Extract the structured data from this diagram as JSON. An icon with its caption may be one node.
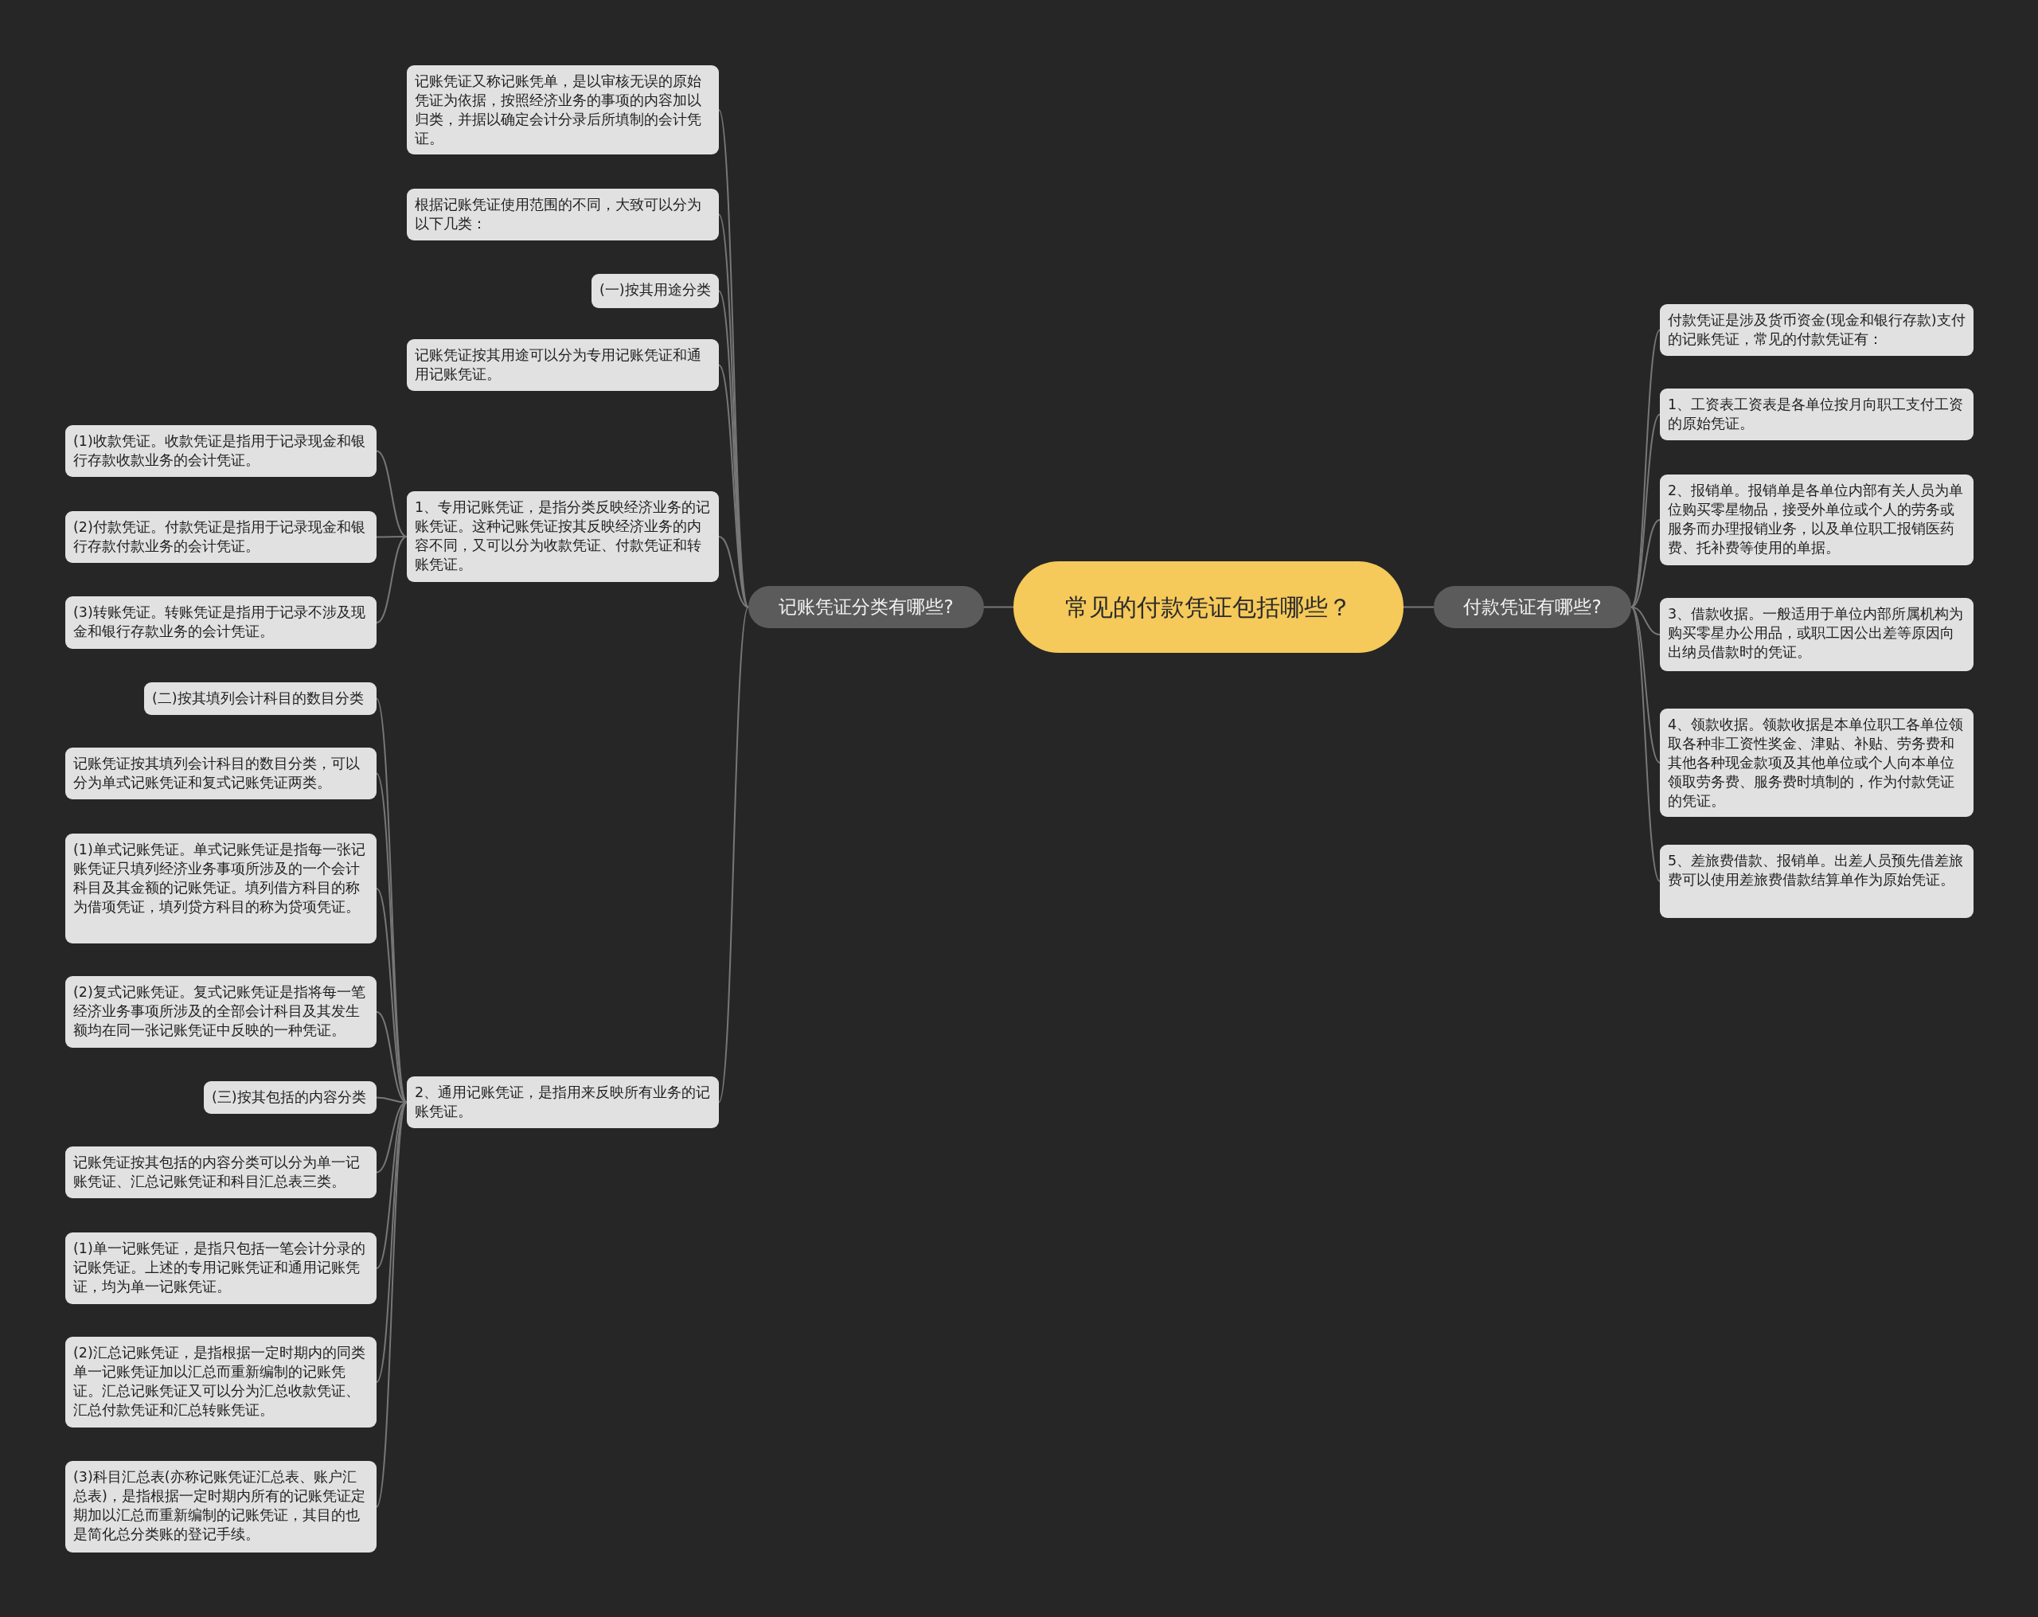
{
  "diagram": {
    "nodes": [
      {
        "text": [
          "常见的付款凭证包括哪些？"
        ]
      },
      {
        "text": [
          "记账凭证分类有哪些?"
        ]
      },
      {
        "text": [
          "付款凭证有哪些?"
        ]
      },
      {
        "text": [
          "记账凭证又称记账凭单，是以审核无误的原始凭证为依据，按照经济业务的事项的内容加以归类，并据以确定会计分录后所填制的会计凭证。"
        ]
      },
      {
        "text": [
          "根据记账凭证使用范围的不同，大致可以分为以下几类："
        ]
      },
      {
        "text": [
          "(一)按其用途分类"
        ]
      },
      {
        "text": [
          "记账凭证按其用途可以分为专用记账凭证和通用记账凭证。"
        ]
      },
      {
        "text": [
          "1、专用记账凭证，是指分类反映经济业务的记账凭证。这种记账凭证按其反映经济业务的内容不同，又可以分为收款凭证、付款凭证和转账凭证。"
        ]
      },
      {
        "text": [
          "2、通用记账凭证，是指用来反映所有业务的记账凭证。"
        ]
      },
      {
        "text": [
          "(1)收款凭证。收款凭证是指用于记录现金和银行存款收款业务的会计凭证。"
        ]
      },
      {
        "text": [
          "(2)付款凭证。付款凭证是指用于记录现金和银行存款付款业务的会计凭证。"
        ]
      },
      {
        "text": [
          "(3)转账凭证。转账凭证是指用于记录不涉及现金和银行存款业务的会计凭证。"
        ]
      },
      {
        "text": [
          "(二)按其填列会计科目的数目分类"
        ]
      },
      {
        "text": [
          "记账凭证按其填列会计科目的数目分类，可以分为单式记账凭证和复式记账凭证两类。"
        ]
      },
      {
        "text": [
          "(1)单式记账凭证。单式记账凭证是指每一张记账凭证只填列经济业务事项所涉及的一个会计科目及其金额的记账凭证。填列借方科目的称为借项凭证，填列贷方科目的称为贷项凭证。"
        ]
      },
      {
        "text": [
          "(2)复式记账凭证。复式记账凭证是指将每一笔经济业务事项所涉及的全部会计科目及其发生额均在同一张记账凭证中反映的一种凭证。"
        ]
      },
      {
        "text": [
          "(三)按其包括的内容分类"
        ]
      },
      {
        "text": [
          "记账凭证按其包括的内容分类可以分为单一记账凭证、汇总记账凭证和科目汇总表三类。"
        ]
      },
      {
        "text": [
          "(1)单一记账凭证，是指只包括一笔会计分录的记账凭证。上述的专用记账凭证和通用记账凭证，均为单一记账凭证。"
        ]
      },
      {
        "text": [
          "(2)汇总记账凭证，是指根据一定时期内的同类单一记账凭证加以汇总而重新编制的记账凭证。汇总记账凭证又可以分为汇总收款凭证、汇总付款凭证和汇总转账凭证。"
        ]
      },
      {
        "text": [
          "(3)科目汇总表(亦称记账凭证汇总表、账户汇总表)，是指根据一定时期内所有的记账凭证定期加以汇总而重新编制的记账凭证，其目的也是简化总分类账的登记手续。"
        ]
      },
      {
        "text": [
          "付款凭证是涉及货币资金(现金和银行存款)支付的记账凭证，常见的付款凭证有："
        ]
      },
      {
        "text": [
          "1、工资表工资表是各单位按月向职工支付工资的原始凭证。"
        ]
      },
      {
        "text": [
          "2、报销单。报销单是各单位内部有关人员为单位购买零星物品，接受外单位或个人的劳务或服务而办理报销业务，以及单位职工报销医药费、托补费等使用的单据。"
        ]
      },
      {
        "text": [
          "3、借款收据。一般适用于单位内部所属机构为购买零星办公用品，或职工因公出差等原因向出纳员借款时的凭证。"
        ]
      },
      {
        "text": [
          "4、领款收据。领款收据是本单位职工各单位领取各种非工资性奖金、津贴、补贴、劳务费和其他各种现金款项及其他单位或个人向本单位领取劳务费、服务费时填制的，作为付款凭证的凭证。"
        ]
      },
      {
        "text": [
          "5、差旅费借款、报销单。出差人员预先借差旅费可以使用差旅费借款结算单作为原始凭证。"
        ]
      }
    ],
    "edges": [
      {
        "from": 0,
        "to": 1,
        "arrow": "none"
      },
      {
        "from": 0,
        "to": 2,
        "arrow": "none"
      },
      {
        "from": 1,
        "to": 3,
        "arrow": "none"
      },
      {
        "from": 1,
        "to": 4,
        "arrow": "none"
      },
      {
        "from": 1,
        "to": 5,
        "arrow": "none"
      },
      {
        "from": 1,
        "to": 6,
        "arrow": "none"
      },
      {
        "from": 1,
        "to": 7,
        "arrow": "none"
      },
      {
        "from": 1,
        "to": 8,
        "arrow": "none"
      },
      {
        "from": 7,
        "to": 9,
        "arrow": "none"
      },
      {
        "from": 7,
        "to": 10,
        "arrow": "none"
      },
      {
        "from": 7,
        "to": 11,
        "arrow": "none"
      },
      {
        "from": 8,
        "to": 12,
        "arrow": "none"
      },
      {
        "from": 8,
        "to": 13,
        "arrow": "none"
      },
      {
        "from": 8,
        "to": 14,
        "arrow": "none"
      },
      {
        "from": 8,
        "to": 15,
        "arrow": "none"
      },
      {
        "from": 8,
        "to": 16,
        "arrow": "none"
      },
      {
        "from": 8,
        "to": 17,
        "arrow": "none"
      },
      {
        "from": 8,
        "to": 18,
        "arrow": "none"
      },
      {
        "from": 8,
        "to": 19,
        "arrow": "none"
      },
      {
        "from": 8,
        "to": 20,
        "arrow": "none"
      },
      {
        "from": 2,
        "to": 21,
        "arrow": "none"
      },
      {
        "from": 2,
        "to": 22,
        "arrow": "none"
      },
      {
        "from": 2,
        "to": 23,
        "arrow": "none"
      },
      {
        "from": 2,
        "to": 24,
        "arrow": "none"
      },
      {
        "from": 2,
        "to": 25,
        "arrow": "none"
      },
      {
        "from": 2,
        "to": 26,
        "arrow": "none"
      }
    ]
  }
}
